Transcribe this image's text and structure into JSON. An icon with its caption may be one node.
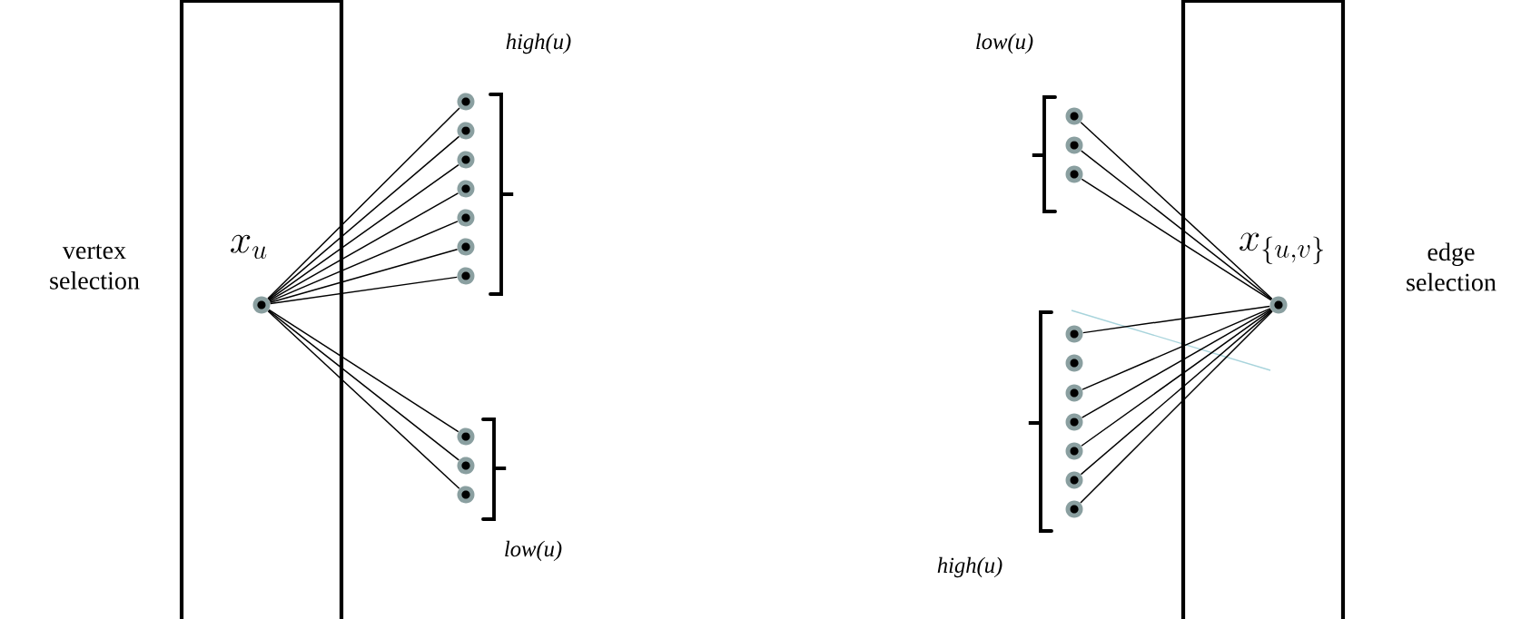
{
  "diagram": {
    "nodes": [
      {
        "text": [],
        "shape": "box"
      },
      {
        "text": [],
        "shape": "circle",
        "beside": [
          "x_{u}"
        ],
        "in": 0
      },
      {
        "text": [],
        "shape": "circle"
      },
      {
        "text": [],
        "shape": "circle"
      },
      {
        "text": [],
        "shape": "circle"
      },
      {
        "text": [],
        "shape": "circle"
      },
      {
        "text": [],
        "shape": "circle"
      },
      {
        "text": [],
        "shape": "circle"
      },
      {
        "text": [],
        "shape": "circle"
      },
      {
        "text": [],
        "shape": "circle"
      },
      {
        "text": [],
        "shape": "circle"
      },
      {
        "text": [],
        "shape": "circle"
      },
      {
        "text": [],
        "shape": "box"
      },
      {
        "text": [],
        "shape": "circle",
        "beside": [
          "x_{\\{u,v\\}}"
        ],
        "in": 12
      },
      {
        "text": [],
        "shape": "circle"
      },
      {
        "text": [],
        "shape": "circle"
      },
      {
        "text": [],
        "shape": "circle"
      },
      {
        "text": [],
        "shape": "circle"
      },
      {
        "text": [],
        "shape": "circle"
      },
      {
        "text": [],
        "shape": "circle"
      },
      {
        "text": [],
        "shape": "circle"
      },
      {
        "text": [],
        "shape": "circle"
      },
      {
        "text": [],
        "shape": "circle"
      },
      {
        "text": [],
        "shape": "circle"
      }
    ],
    "edges": [
      {
        "from": 1,
        "to": 2,
        "arrow": "none"
      },
      {
        "from": 1,
        "to": 3,
        "arrow": "none"
      },
      {
        "from": 1,
        "to": 4,
        "arrow": "none"
      },
      {
        "from": 1,
        "to": 5,
        "arrow": "none"
      },
      {
        "from": 1,
        "to": 6,
        "arrow": "none"
      },
      {
        "from": 1,
        "to": 7,
        "arrow": "none"
      },
      {
        "from": 1,
        "to": 8,
        "arrow": "none"
      },
      {
        "from": 1,
        "to": 9,
        "arrow": "none"
      },
      {
        "from": 1,
        "to": 10,
        "arrow": "none"
      },
      {
        "from": 1,
        "to": 11,
        "arrow": "none"
      },
      {
        "from": 14,
        "to": 13,
        "arrow": "none"
      },
      {
        "from": 15,
        "to": 13,
        "arrow": "none"
      },
      {
        "from": 16,
        "to": 13,
        "arrow": "none"
      },
      {
        "from": 17,
        "to": 13,
        "arrow": "none"
      },
      {
        "from": 19,
        "to": 13,
        "arrow": "none"
      },
      {
        "from": 20,
        "to": 13,
        "arrow": "none"
      },
      {
        "from": 21,
        "to": 13,
        "arrow": "none"
      },
      {
        "from": 22,
        "to": 13,
        "arrow": "none"
      },
      {
        "from": 23,
        "to": 13,
        "arrow": "none"
      }
    ],
    "labels": [
      "high(u)",
      "low(u)",
      "vertex selection",
      "edge selection",
      "low(u)",
      "high(u)"
    ]
  }
}
